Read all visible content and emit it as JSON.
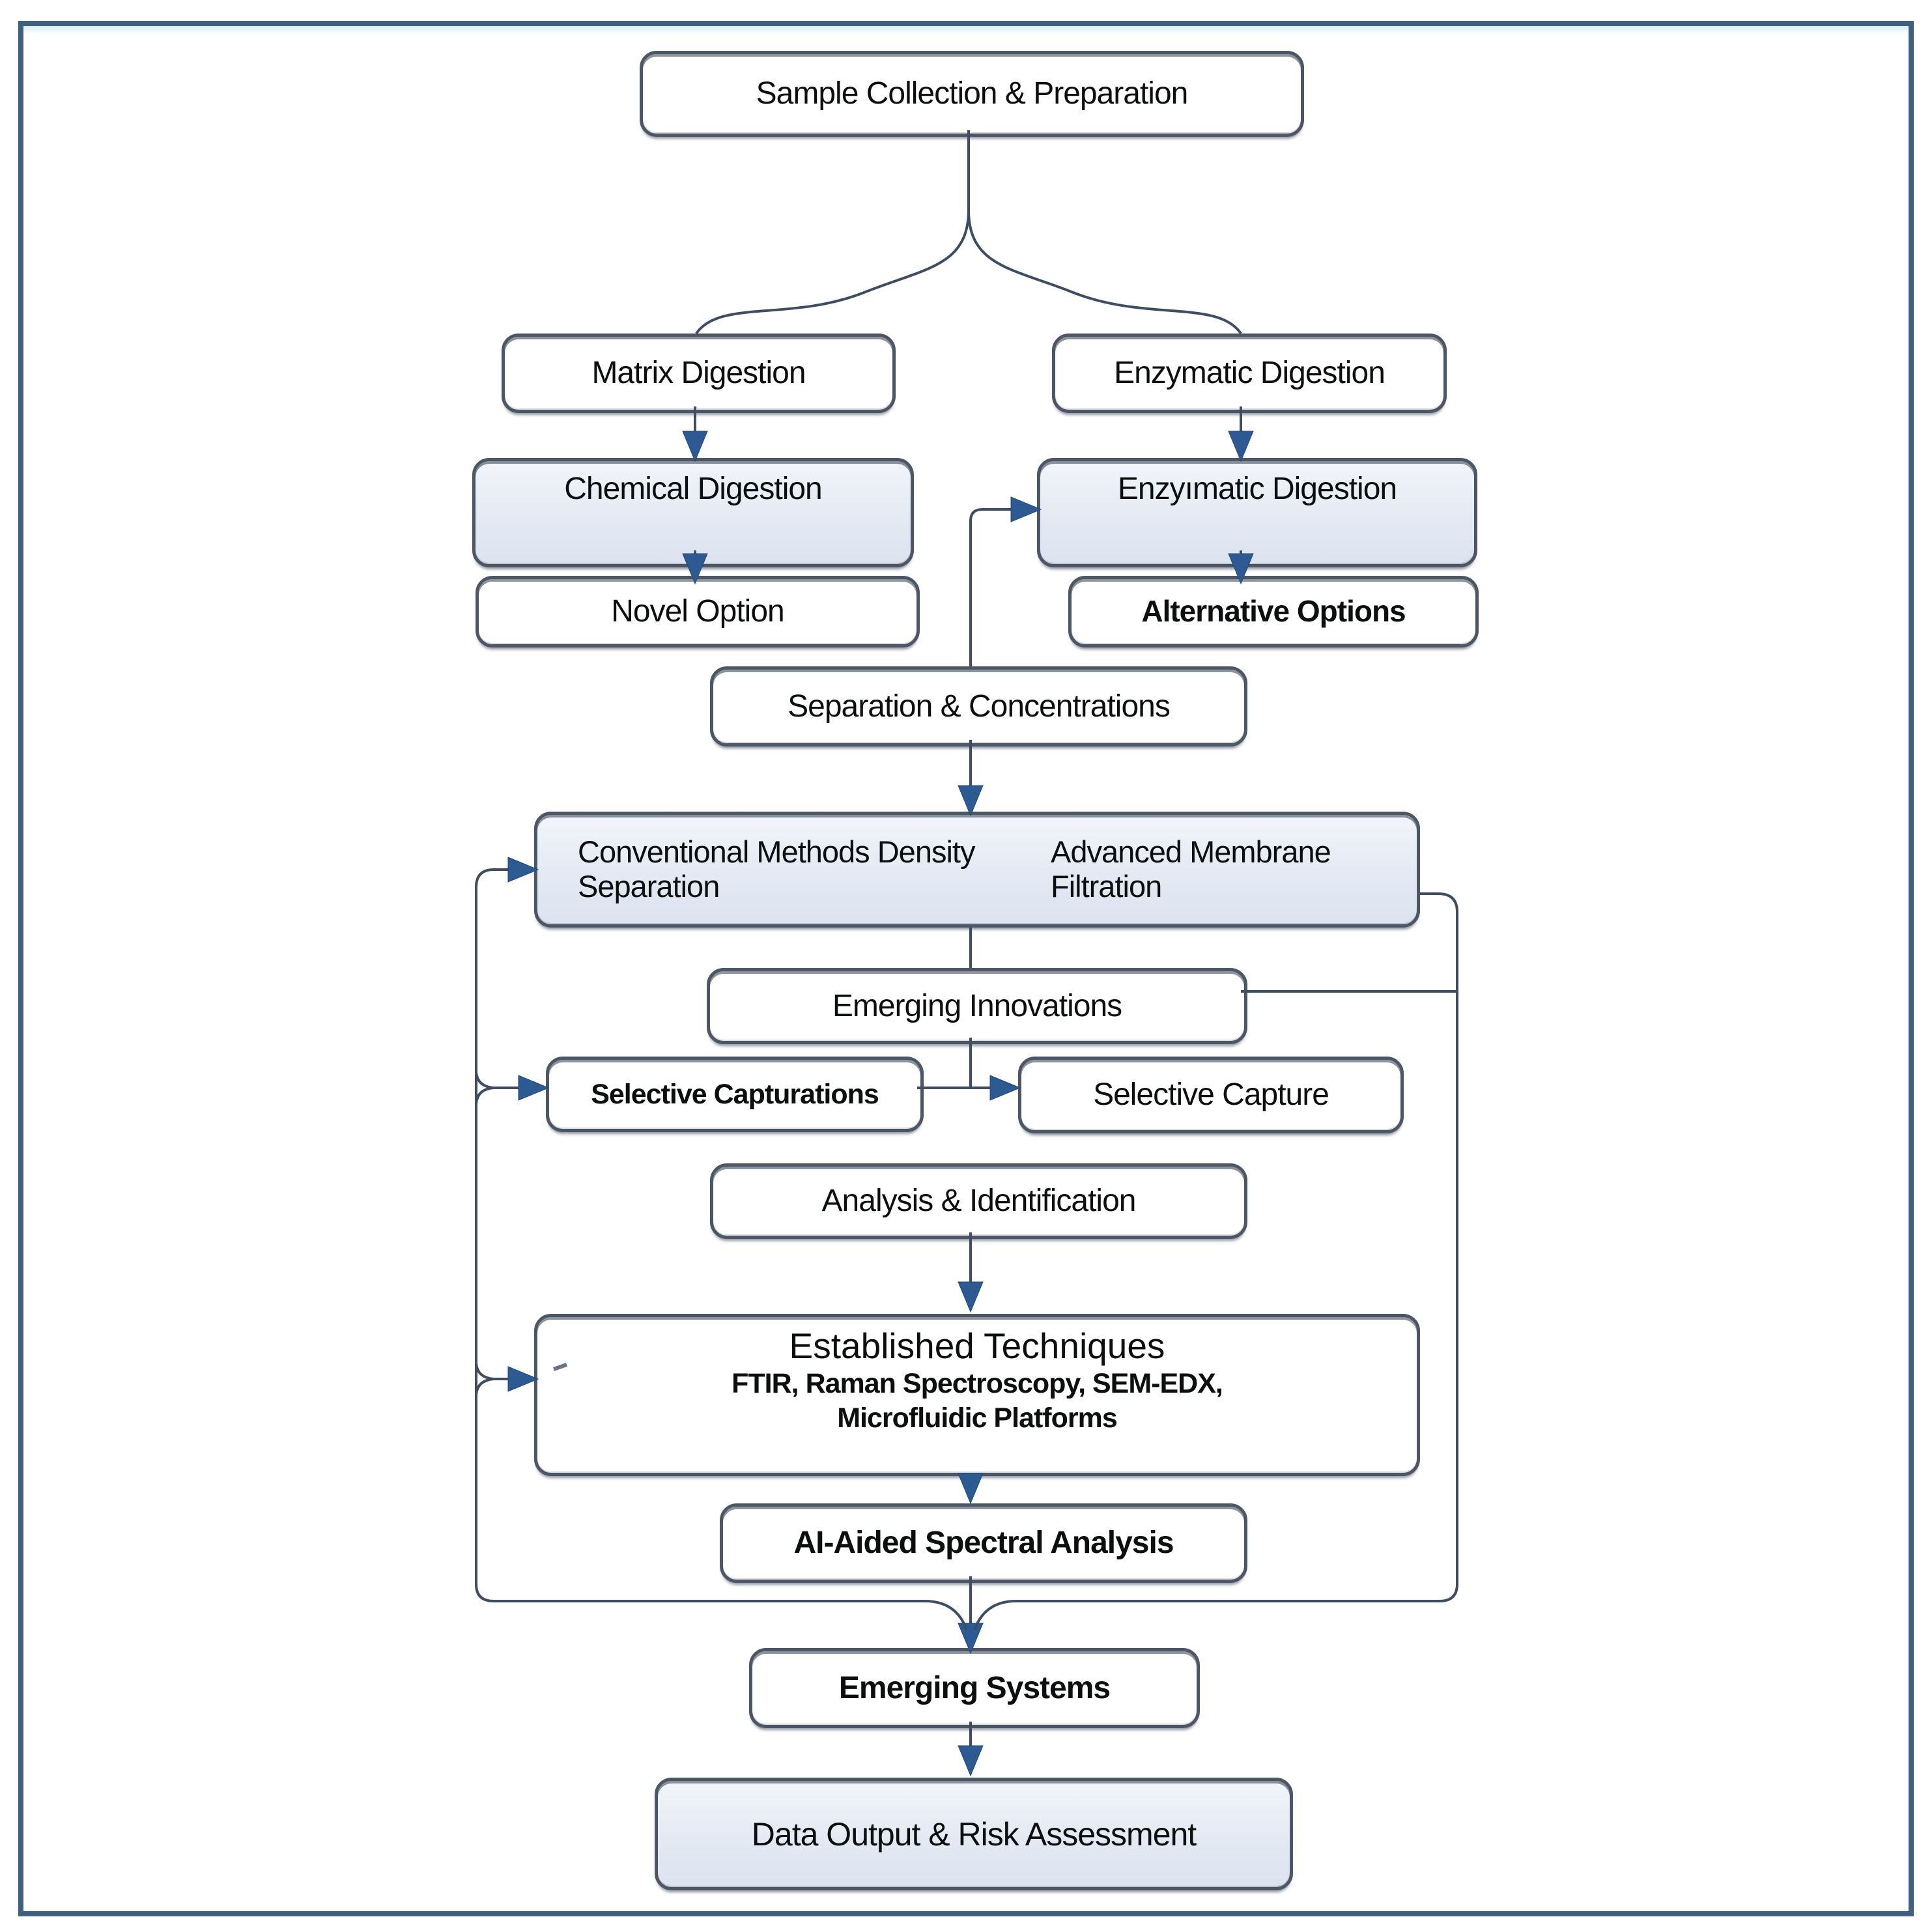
{
  "figure": {
    "type": "flowchart",
    "nodes": {
      "sample_collection": {
        "label": "Sample Collection & Preparation"
      },
      "matrix_digestion": {
        "label": "Matrix Digestion"
      },
      "enzymatic_digestion_top": {
        "label": "Enzymatic Digestion"
      },
      "chemical_digestion": {
        "label": "Chemical Digestion"
      },
      "enzymatic_digestion_mid": {
        "label": "Enzyımatic Digestion"
      },
      "novel_option": {
        "label": "Novel Option"
      },
      "alternative_options": {
        "label": "Alternative Options"
      },
      "separation_concentrations": {
        "label": "Separation & Concentrations"
      },
      "methods_box": {
        "left_label": "Conventional Methods Density Separation",
        "right_label": "Advanced Membrane Filtration"
      },
      "emerging_innovations": {
        "label": "Emerging Innovations"
      },
      "selective_capturations": {
        "label": "Selective Capturations"
      },
      "selective_capture": {
        "label": "Selective Capture"
      },
      "analysis_identification": {
        "label": "Analysis & Identification"
      },
      "established_techniques": {
        "title": "Established Techniques",
        "line1": "FTIR, Raman Spectroscopy, SEM-EDX,",
        "line2": "Microfluidic Platforms"
      },
      "ai_spectral": {
        "label": "AI-Aided Spectral Analysis"
      },
      "emerging_systems": {
        "label": "Emerging Systems"
      },
      "data_output": {
        "label": "Data Output & Risk Assessment"
      }
    },
    "colors": {
      "frame_border": "#40607f",
      "box_border": "#4c5665",
      "connector_line": "#3e4d61",
      "arrowhead": "#2d5a92",
      "gradient_fill_top": "#f2f5fa",
      "gradient_fill_bottom": "#dce3ef",
      "text": "#0d0e10"
    }
  }
}
